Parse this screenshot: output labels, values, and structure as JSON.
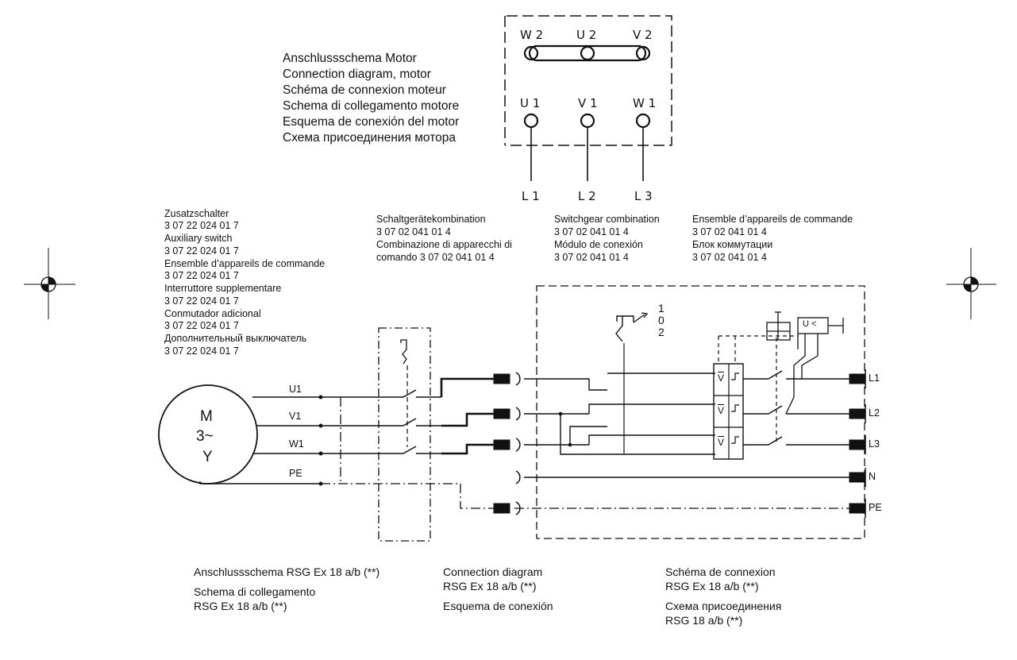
{
  "motor_box": {
    "terminals_top": [
      "W 2",
      "U 2",
      "V 2"
    ],
    "terminals_bottom": [
      "U 1",
      "V 1",
      "W 1"
    ],
    "lines_out": [
      "L 1",
      "L 2",
      "L 3"
    ]
  },
  "motor_caption": [
    "Anschlussschema Motor",
    "Connection diagram, motor",
    "Schéma de connexion moteur",
    "Schema di collegamento motore",
    "Esquema de conexión del motor",
    "Схема присоединения мотора"
  ],
  "aux_switch_caption": [
    "Zusatzschalter",
    "3 07 22 024 01 7",
    "Auxiliary switch",
    "3 07 22 024 01 7",
    "Ensemble d’appareils de commande",
    "3 07 22 024 01 7",
    "Interruttore supplementare",
    "3 07 22 024 01 7",
    "Conmutador adicional",
    "3 07 22 024 01 7",
    "Дополнительный выключатель",
    "3 07 22 024 01 7"
  ],
  "switchgear_captions": {
    "col1": [
      "Schaltgerätekombination",
      "3 07 02 041 01 4",
      "Combinazione di apparecchi di",
      "comando 3 07 02 041 01 4"
    ],
    "col2": [
      "Switchgear combination",
      "3 07 02 041 01 4",
      "Módulo de conexión",
      "3 07 02 041 01 4"
    ],
    "col3": [
      "Ensemble d’appareils de commande",
      "3 07 02 041 01 4",
      "Блок коммутации",
      "3 07 02 041 01 4"
    ]
  },
  "motor_symbol": {
    "line1": "M",
    "line2": "3~",
    "line3": "Y"
  },
  "motor_leads": [
    "U1",
    "V1",
    "W1",
    "PE"
  ],
  "selector_positions": [
    "1",
    "0",
    "2"
  ],
  "relay_label": "V",
  "undervoltage_label": "U <",
  "output_terminals": [
    "L1",
    "L2",
    "L3",
    "N",
    "PE"
  ],
  "bottom_captions": {
    "col1": [
      "Anschlussschema RSG Ex 18 a/b (**)",
      "Schema di collegamento",
      "RSG Ex 18 a/b (**)"
    ],
    "col2": [
      "Connection diagram",
      "RSG Ex 18 a/b (**)",
      "Esquema de conexión"
    ],
    "col3": [
      "Schéma de connexion",
      "RSG Ex 18 a/b (**)",
      "Схема присоединения",
      "RSG 18 a/b (**)"
    ]
  }
}
